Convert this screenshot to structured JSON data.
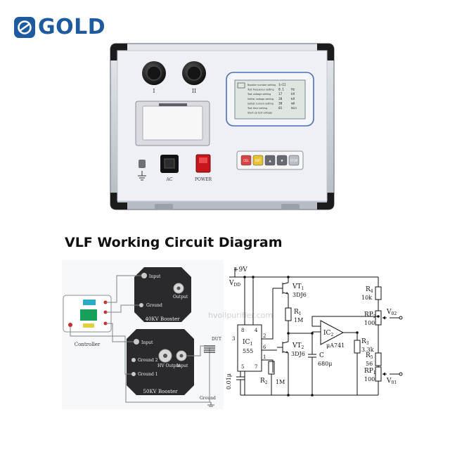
{
  "brand": {
    "name": "GOLD",
    "accent": "#1e5a9e"
  },
  "panel": {
    "socket_labels": [
      "I",
      "II"
    ],
    "lcd_rows": [
      {
        "label": "Booster number setting",
        "value": "1+II",
        "unit": ""
      },
      {
        "label": "Test frequency setting",
        "value": "0.1",
        "unit": "Hz"
      },
      {
        "label": "Test voltage setting",
        "value": "17",
        "unit": "kV"
      },
      {
        "label": "Sefest voltage setting",
        "value": "20",
        "unit": "kV"
      },
      {
        "label": "Sefest current setting",
        "value": "30",
        "unit": "mA"
      },
      {
        "label": "Test time setting",
        "value": "01",
        "unit": "min"
      },
      {
        "label": "Start-up test voltage",
        "value": "",
        "unit": ""
      }
    ],
    "ac_label": "AC",
    "power_label": "POWER",
    "keys": [
      {
        "label": "CEL",
        "color": "#d64545"
      },
      {
        "label": "ENT",
        "color": "#e8c230"
      },
      {
        "label": "▲",
        "color": "#666a70"
      },
      {
        "label": "▼",
        "color": "#666a70"
      },
      {
        "label": "STOP",
        "color": "#b9bec6"
      }
    ]
  },
  "section_title": "VLF Working Circuit Diagram",
  "wiring": {
    "controller_label": "Controller",
    "booster_40kv": {
      "title": "40KV Booster",
      "input": "Input",
      "output": "Output",
      "ground": "Ground"
    },
    "booster_50kv": {
      "title": "50KV Booster",
      "input": "Input",
      "ground2": "Ground 2",
      "hv_output": "HV Output",
      "input2": "Input",
      "ground1": "Ground 1"
    },
    "dut_label": "DUT",
    "ground_label": "Ground"
  },
  "watermark": "hvoilpurifier.com",
  "schematic": {
    "supply_voltage": "+9V",
    "vdd": "V",
    "vdd_sub": "DD",
    "vt1": "VT",
    "vt1_sub": "1",
    "vt1_part": "3DJ6",
    "r1": "R",
    "r1_sub": "1",
    "r1_val": "1M",
    "ic2": "IC",
    "ic2_sub": "2",
    "ic2_part": "μA741",
    "ic1": "IC",
    "ic1_sub": "1",
    "ic1_part": "555",
    "pins": [
      "8",
      "4",
      "3",
      "2",
      "6",
      "5",
      "7",
      "1"
    ],
    "vt2": "VT",
    "vt2_sub": "2",
    "vt2_part": "3DJ6",
    "c_label": "C",
    "c_val": "680μ",
    "c2_val": "0.01μ",
    "r2": "R",
    "r2_sub": "2",
    "r2_val": "1M",
    "r4": "R",
    "r4_sub": "4",
    "r4_val": "10k",
    "rp2": "RP",
    "rp2_sub": "2",
    "rp2_val": "100",
    "v02": "V",
    "v02_sub": "02",
    "r3": "R",
    "r3_sub": "3",
    "r3_val": "3.3k",
    "r5": "R",
    "r5_sub": "5",
    "r5_val": "56",
    "rp1": "RP",
    "rp1_sub": "1",
    "rp1_val": "100",
    "v01": "V",
    "v01_sub": "01"
  }
}
